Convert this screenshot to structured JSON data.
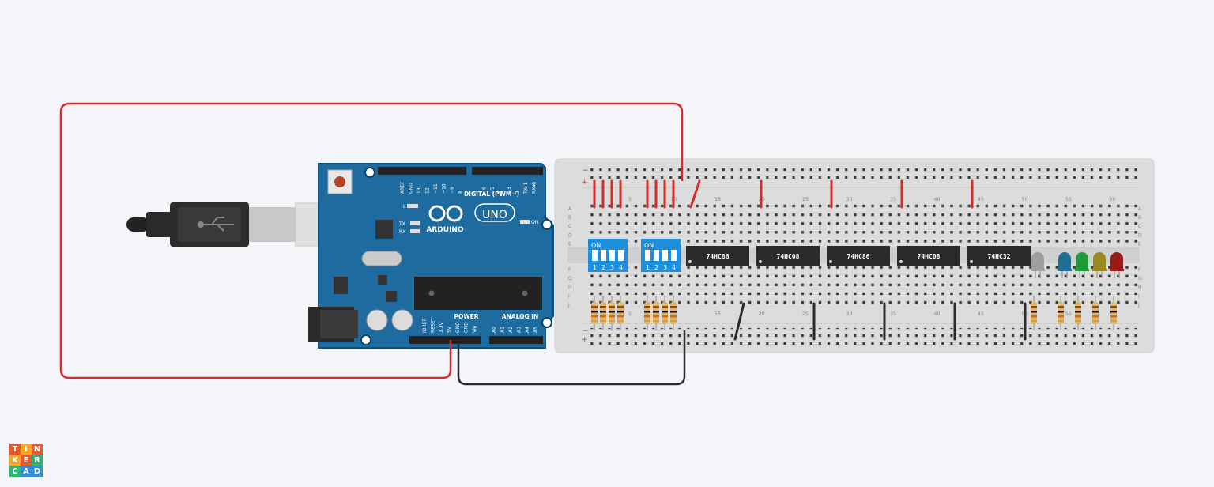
{
  "app": {
    "logo_letters": [
      "T",
      "I",
      "N",
      "K",
      "E",
      "R",
      "C",
      "A",
      "D"
    ],
    "logo_colors": [
      "#e9572c",
      "#f5a623",
      "#e9572c",
      "#f5a623",
      "#e9572c",
      "#2bb673",
      "#2bb673",
      "#2d8fd5",
      "#2d8fd5"
    ]
  },
  "arduino": {
    "brand": "ARDUINO",
    "model": "UNO",
    "digital_label": "DIGITAL (PWM~)",
    "power_label": "POWER",
    "analog_label": "ANALOG IN",
    "led_l": "L",
    "led_tx": "TX",
    "led_rx": "RX",
    "led_on": "ON",
    "digital_pins": [
      "AREF",
      "GND",
      "13",
      "12",
      "~11",
      "~10",
      "~9",
      "8",
      "7",
      "~6",
      "~5",
      "4",
      "~3",
      "2",
      "TX▸1",
      "RX◂0"
    ],
    "power_pins": [
      "IOREF",
      "RESET",
      "3.3V",
      "5V",
      "GND",
      "GND",
      "Vin"
    ],
    "analog_pins": [
      "A0",
      "A1",
      "A2",
      "A3",
      "A4",
      "A5"
    ],
    "board_color": "#1b6b9e"
  },
  "breadboard": {
    "row_letters_top": [
      "A",
      "B",
      "C",
      "D",
      "E"
    ],
    "row_letters_bottom": [
      "F",
      "G",
      "H",
      "I",
      "J"
    ],
    "column_numbers": [
      "5",
      "10",
      "15",
      "20",
      "25",
      "30",
      "35",
      "40",
      "45",
      "50",
      "55",
      "60"
    ],
    "rail_plus": "+",
    "rail_minus": "−"
  },
  "dip_switches": [
    {
      "label": "ON",
      "positions": [
        "1",
        "2",
        "3",
        "4"
      ]
    },
    {
      "label": "ON",
      "positions": [
        "1",
        "2",
        "3",
        "4"
      ]
    }
  ],
  "chips": [
    "74HC86",
    "74HC08",
    "74HC86",
    "74HC08",
    "74HC32"
  ],
  "leds": [
    {
      "name": "led-white",
      "color": "#9e9e9e"
    },
    {
      "name": "led-blue",
      "color": "#1f6f95"
    },
    {
      "name": "led-green",
      "color": "#1f9a3a"
    },
    {
      "name": "led-yellow",
      "color": "#9a8a20"
    },
    {
      "name": "led-red",
      "color": "#9a1a1a"
    }
  ],
  "wire_colors": {
    "red": "#d62b2b",
    "black": "#2b2b2b"
  }
}
